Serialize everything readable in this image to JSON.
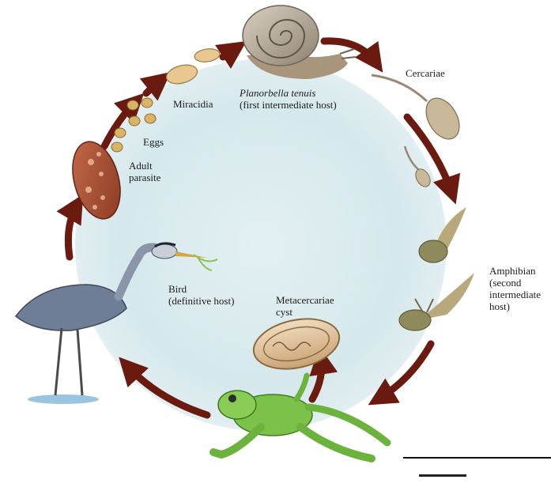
{
  "labels": {
    "miracidia": "Miracidia",
    "snail_species": "Planorbella tenuis",
    "snail_role": "(first intermediate host)",
    "cercariae": "Cercariae",
    "eggs": "Eggs",
    "adult_line1": "Adult",
    "adult_line2": "parasite",
    "amphibian_line1": "Amphibian",
    "amphibian_line2": "(second",
    "amphibian_line3": "intermediate",
    "amphibian_line4": "host)",
    "bird_line1": "Bird",
    "bird_line2": "(definitive host)",
    "meta_line1": "Metacercariae",
    "meta_line2": "cyst"
  },
  "colors": {
    "background_circle": "#d8e9ec",
    "arrow": "#6b1a10",
    "heron_body": "#6f7d96",
    "frog": "#7cc24a",
    "water": "#7fb6d8"
  },
  "stages": [
    "eggs-icon",
    "miracidia-icon",
    "snail-icon",
    "cercariae-icon",
    "tadpole-icon",
    "frog-icon",
    "metacercariae-cyst-icon",
    "heron-icon",
    "adult-parasite-icon"
  ]
}
